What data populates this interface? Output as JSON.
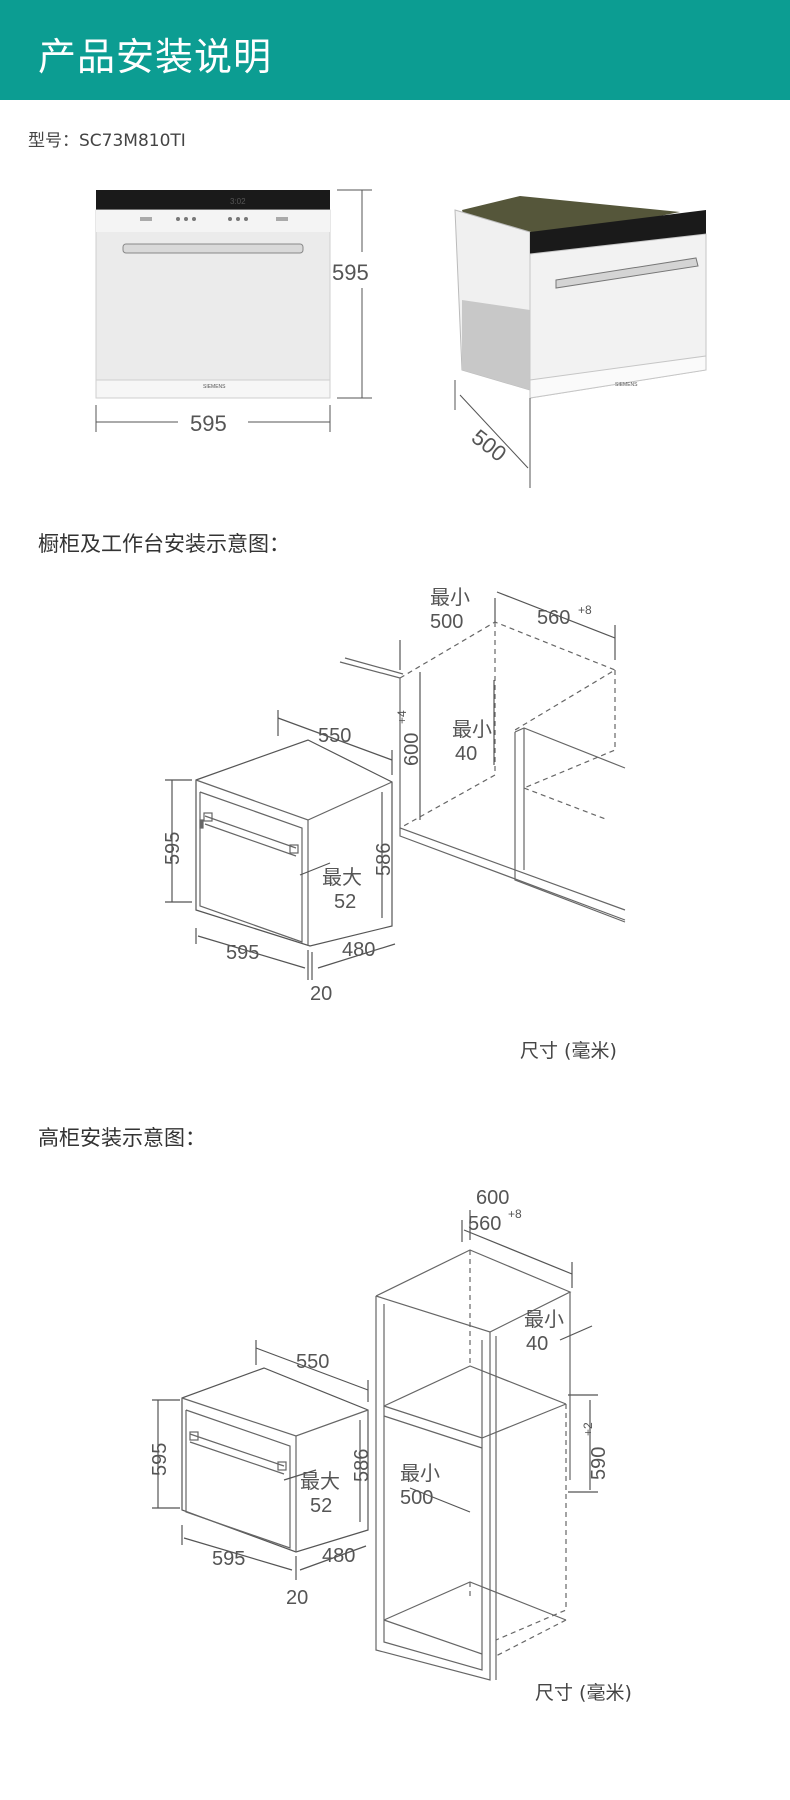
{
  "header": {
    "title": "产品安装说明"
  },
  "model": {
    "label": "型号：SC73M810TI"
  },
  "product_views": {
    "front_width": "595",
    "front_height": "595",
    "side_depth": "500",
    "brand": "SIEMENS",
    "display": "3:02"
  },
  "section1": {
    "title": "橱柜及工作台安装示意图：",
    "dims": {
      "min_label": "最小",
      "min_500": "500",
      "niche_width": "560",
      "niche_width_sup": "+8",
      "niche_height": "600",
      "niche_height_sup": "+4",
      "min_40": "40",
      "oven_depth": "550",
      "oven_height": "595",
      "oven_inner_height": "586",
      "max_label": "最大",
      "max_52": "52",
      "oven_width": "595",
      "oven_body_depth": "480",
      "front_thickness": "20"
    },
    "unit": "尺寸 (毫米)"
  },
  "section2": {
    "title": "高柜安装示意图：",
    "dims": {
      "cabinet_width": "600",
      "niche_width": "560",
      "niche_width_sup": "+8",
      "min_label": "最小",
      "min_40": "40",
      "niche_height": "590",
      "niche_height_sup": "+2",
      "oven_depth": "550",
      "oven_height": "595",
      "oven_inner_height": "586",
      "max_label": "最大",
      "max_52": "52",
      "min_500": "500",
      "oven_width": "595",
      "oven_body_depth": "480",
      "front_thickness": "20"
    },
    "unit": "尺寸 (毫米)"
  }
}
